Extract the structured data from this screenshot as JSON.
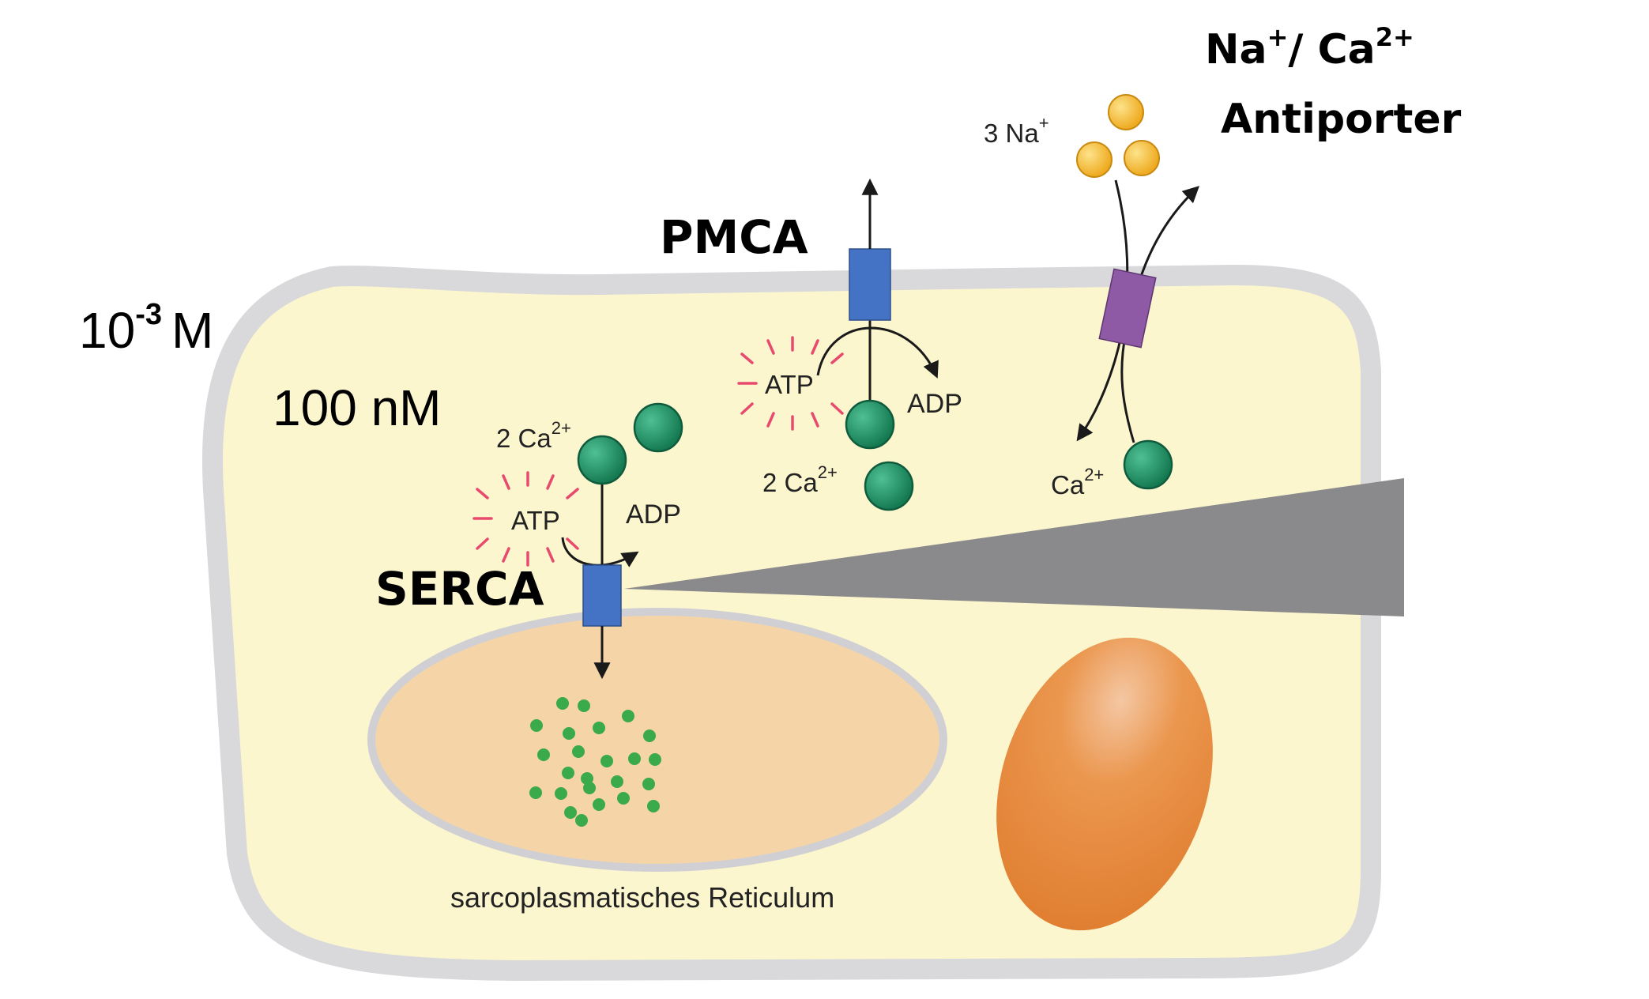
{
  "labels": {
    "outside_conc": "10",
    "outside_exp": "-3",
    "outside_unit": "M",
    "inside_conc": "100 nM",
    "serca": "SERCA",
    "pmca": "PMCA",
    "antiporter_line1_na": "Na",
    "antiporter_line1_na_sup": "+",
    "antiporter_line1_mid": "/ Ca",
    "antiporter_line1_ca_sup": "2+",
    "antiporter_line2": "Antiporter",
    "serca_ca": "2 Ca",
    "serca_ca_sup": "2+",
    "serca_atp": "ATP",
    "serca_adp": "ADP",
    "pmca_atp": "ATP",
    "pmca_adp": "ADP",
    "pmca_ca": "2 Ca",
    "pmca_ca_sup": "2+",
    "anti_na": "3 Na",
    "anti_na_sup": "+",
    "anti_ca": "Ca",
    "anti_ca_sup": "2+",
    "sr_label": "sarcoplasmatisches Reticulum"
  },
  "colors": {
    "cell_fill": "#fcf6cf",
    "membrane": "#d9d9dc",
    "pump_blue": "#4472c4",
    "antiporter_purple": "#8e59a5",
    "calcium_green": "#1f9265",
    "sodium_yellow": "#f7c23c",
    "sr_fill": "#f5d4a8",
    "nucleus_orange": "#e5873a",
    "atp_burst": "#e84a6e",
    "gradient_wedge": "#8a8a8c"
  }
}
